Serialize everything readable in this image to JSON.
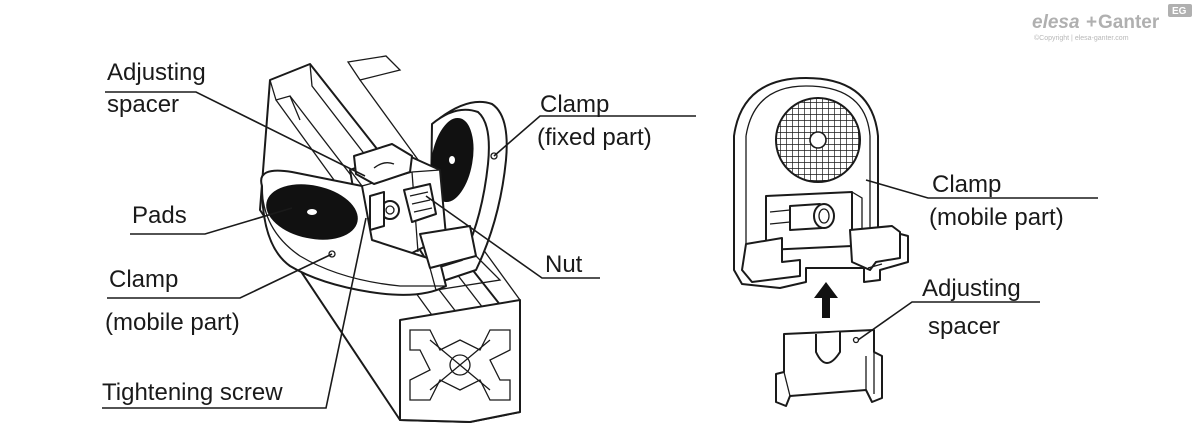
{
  "brand": {
    "name_part1": "elesa",
    "name_plus": "+",
    "name_part2": "Ganter",
    "badge": "EG",
    "copyright": "©Copyright | elesa-ganter.com"
  },
  "left_figure": {
    "labels": {
      "adjusting_spacer_line1": "Adjusting",
      "adjusting_spacer_line2": "spacer",
      "pads": "Pads",
      "clamp_mobile_line1": "Clamp",
      "clamp_mobile_line2": "(mobile part)",
      "tightening_screw": "Tightening screw",
      "clamp_fixed_line1": "Clamp",
      "clamp_fixed_line2": "(fixed part)",
      "nut": "Nut"
    }
  },
  "right_figure": {
    "labels": {
      "clamp_mobile_line1": "Clamp",
      "clamp_mobile_line2": "(mobile part)",
      "adjusting_spacer_line1": "Adjusting",
      "adjusting_spacer_line2": "spacer"
    }
  }
}
